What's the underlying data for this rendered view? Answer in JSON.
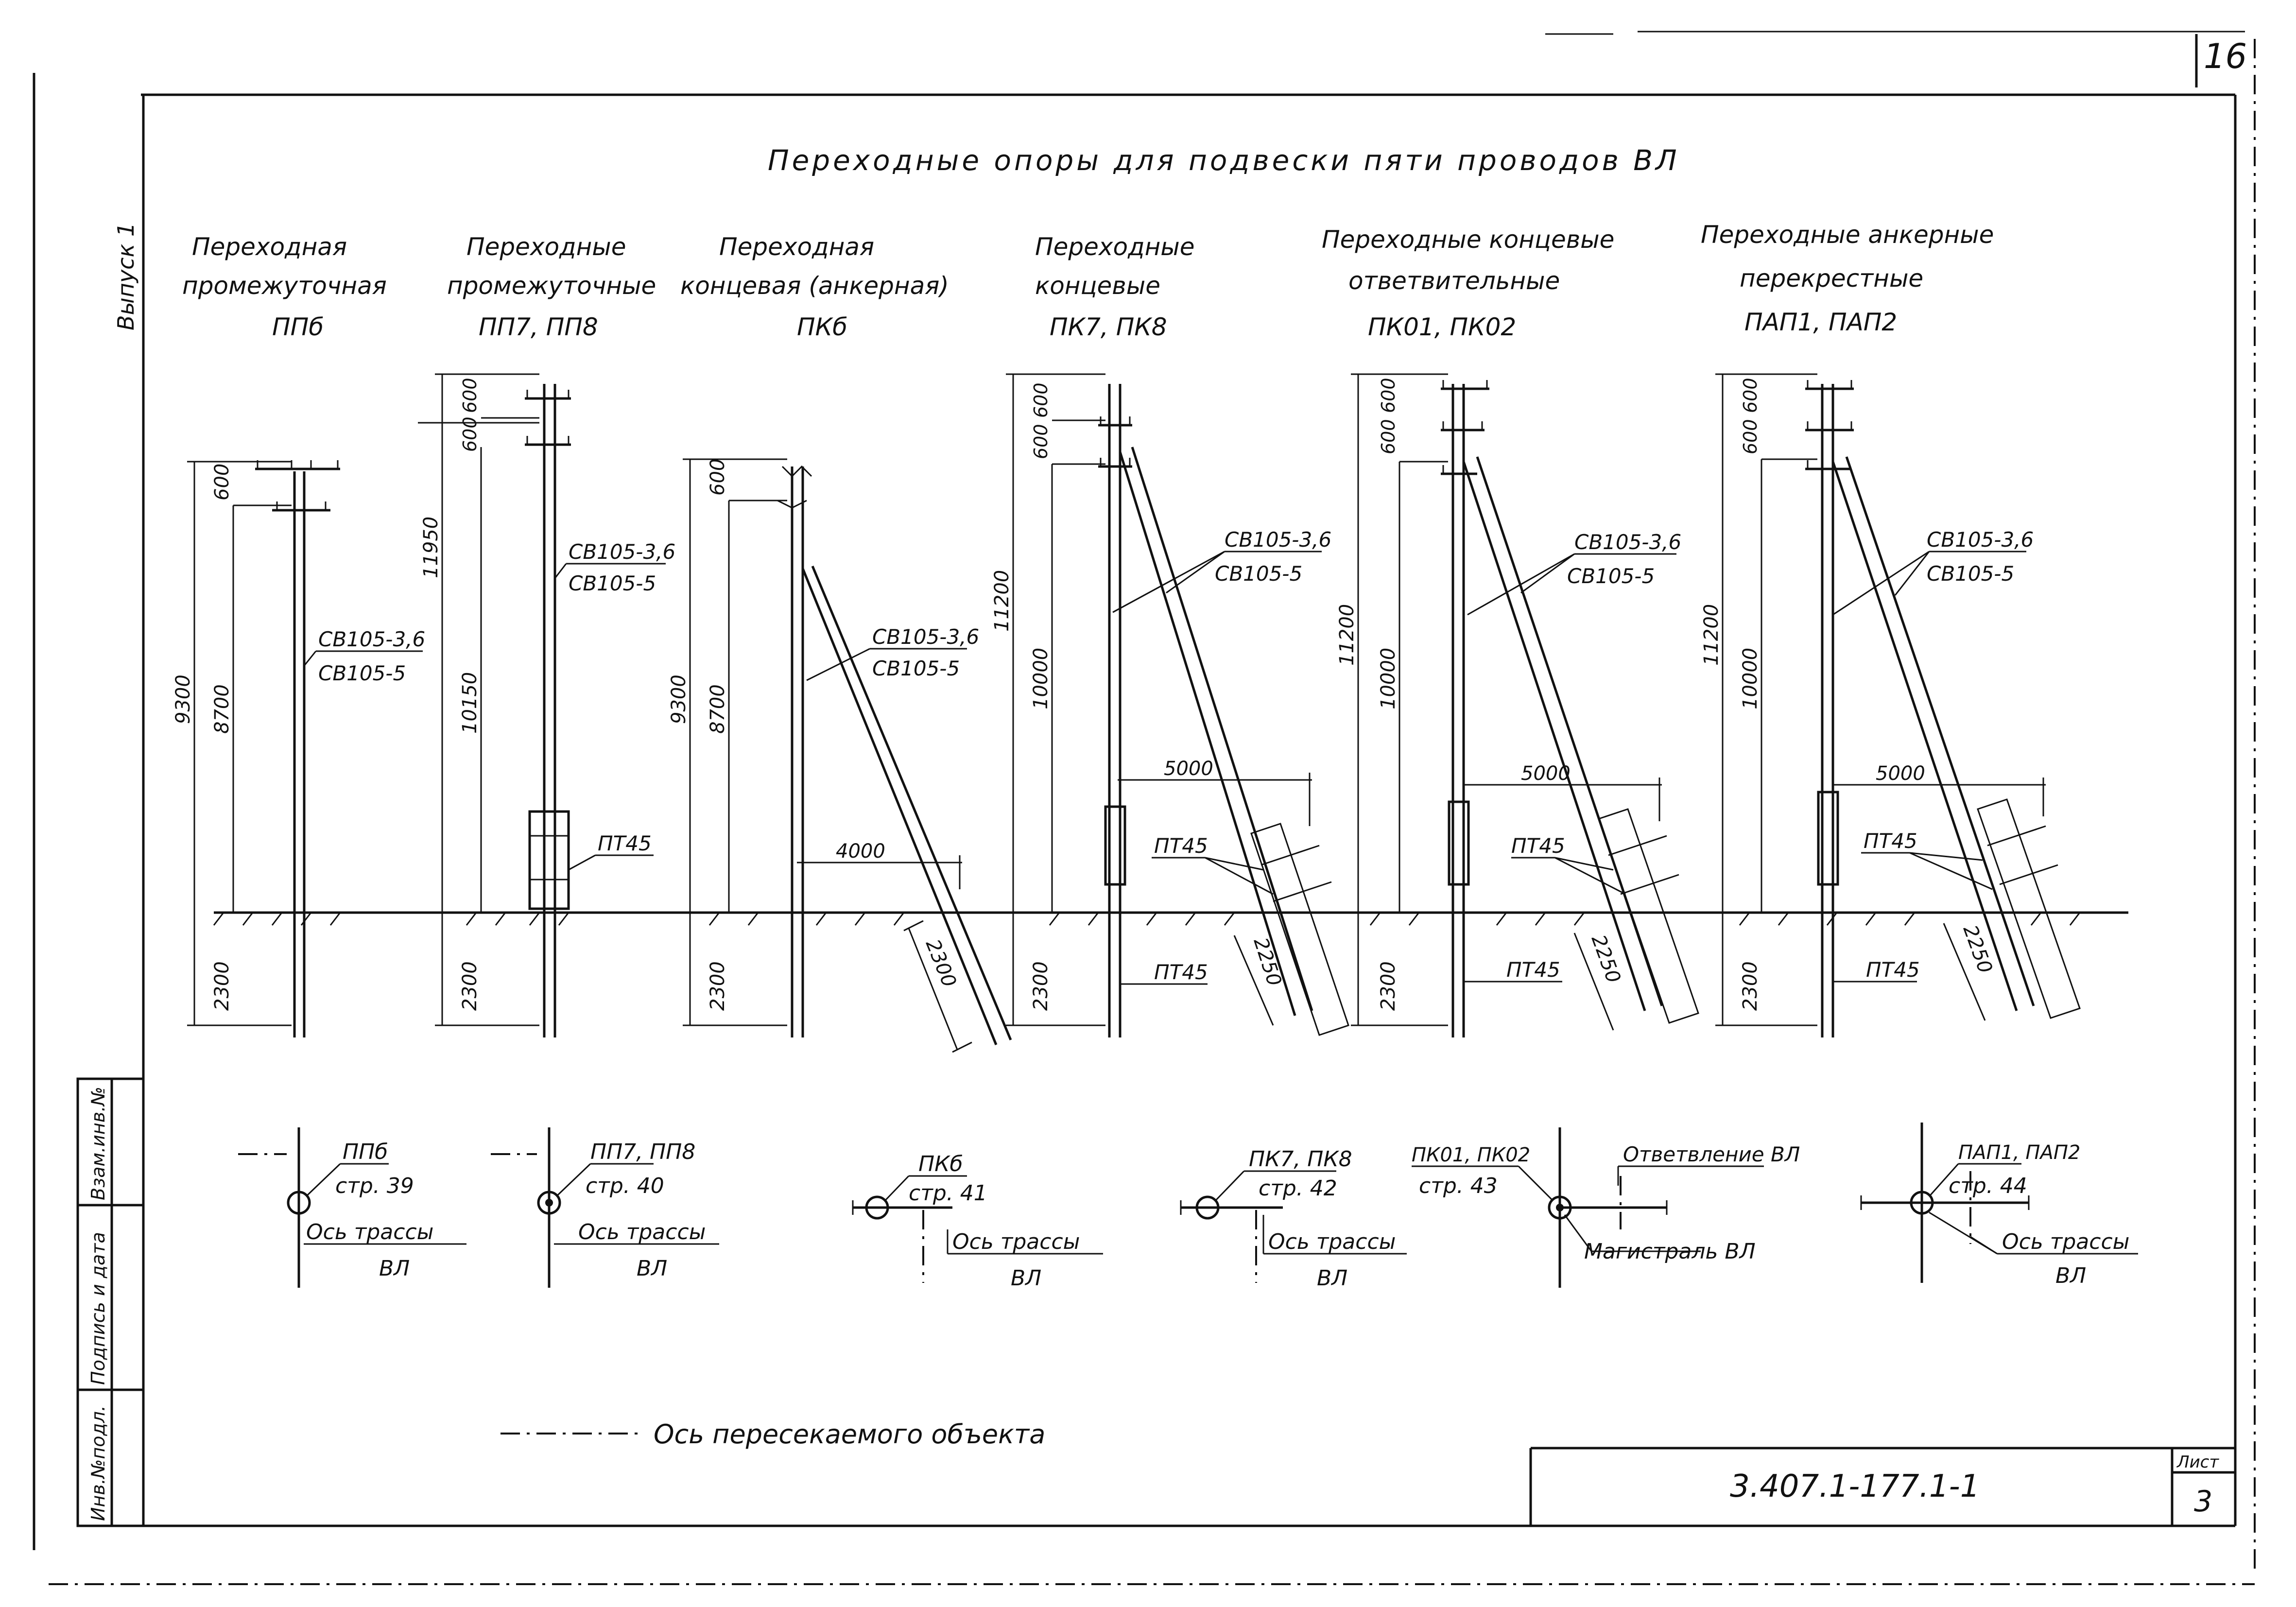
{
  "sheet": {
    "corner_page": "16",
    "title": "Переходные опоры для подвески пяти проводов ВЛ",
    "issue_label": "Выпуск 1",
    "doc_code": "3.407.1-177.1-1",
    "sheet_label": "Лист",
    "sheet_number": "3",
    "side_stamp": [
      "Взам.инв.№",
      "Подпись и дата",
      "Инв.№подл."
    ],
    "legend": "Ось пересекаемого объекта"
  },
  "supports": [
    {
      "title": [
        "Переходная",
        "промежуточная",
        "ППб"
      ],
      "dims": [
        "9300",
        "8700",
        "600",
        "2300"
      ],
      "pole_label": [
        "СВ105-3,6",
        "СВ105-5"
      ],
      "plan": {
        "label": "ППб",
        "page": "стр. 39",
        "axis": [
          "Ось трассы",
          "ВЛ"
        ]
      }
    },
    {
      "title": [
        "Переходные",
        "промежуточные",
        "ПП7, ПП8"
      ],
      "dims": [
        "11950",
        "10150",
        "600",
        "600",
        "2300"
      ],
      "pole_label": [
        "СВ105-3,6",
        "СВ105-5"
      ],
      "extra": [
        "ПТ45"
      ],
      "plan": {
        "label": "ПП7, ПП8",
        "page": "стр. 40",
        "axis": [
          "Ось трассы",
          "ВЛ"
        ]
      }
    },
    {
      "title": [
        "Переходная",
        "концевая (анкерная)",
        "ПКб"
      ],
      "dims": [
        "9300",
        "8700",
        "600",
        "2300",
        "2300"
      ],
      "pole_label": [
        "СВ105-3,6",
        "СВ105-5"
      ],
      "extra": [
        "4000"
      ],
      "plan": {
        "label": "ПКб",
        "page": "стр. 41",
        "axis": [
          "Ось трассы",
          "ВЛ"
        ]
      }
    },
    {
      "title": [
        "Переходные",
        "концевые",
        "ПК7, ПК8"
      ],
      "dims": [
        "11200",
        "10000",
        "600",
        "600",
        "2300",
        "2250"
      ],
      "pole_label": [
        "СВ105-3,6",
        "СВ105-5"
      ],
      "extra": [
        "5000",
        "ПТ45",
        "ПТ45"
      ],
      "plan": {
        "label": "ПК7, ПК8",
        "page": "стр. 42",
        "axis": [
          "Ось трассы",
          "ВЛ"
        ]
      }
    },
    {
      "title": [
        "Переходные концевые",
        "ответвительные",
        "ПК01, ПК02"
      ],
      "dims": [
        "11200",
        "10000",
        "600",
        "600",
        "2300",
        "2250"
      ],
      "pole_label": [
        "СВ105-3,6",
        "СВ105-5"
      ],
      "extra": [
        "5000",
        "ПТ45",
        "ПТ45"
      ],
      "plan": {
        "label": "ПК01, ПК02",
        "page": "стр. 43",
        "axis": [
          "Ответвление ВЛ",
          "Магистраль ВЛ"
        ]
      }
    },
    {
      "title": [
        "Переходные анкерные",
        "перекрестные",
        "ПАП1, ПАП2"
      ],
      "dims": [
        "11200",
        "10000",
        "600",
        "600",
        "2300",
        "2250"
      ],
      "pole_label": [
        "СВ105-3,6",
        "СВ105-5"
      ],
      "extra": [
        "5000",
        "ПТ45",
        "ПТ45"
      ],
      "plan": {
        "label": "ПАП1, ПАП2",
        "page": "стр. 44",
        "axis": [
          "Ось трассы",
          "ВЛ"
        ]
      }
    }
  ]
}
